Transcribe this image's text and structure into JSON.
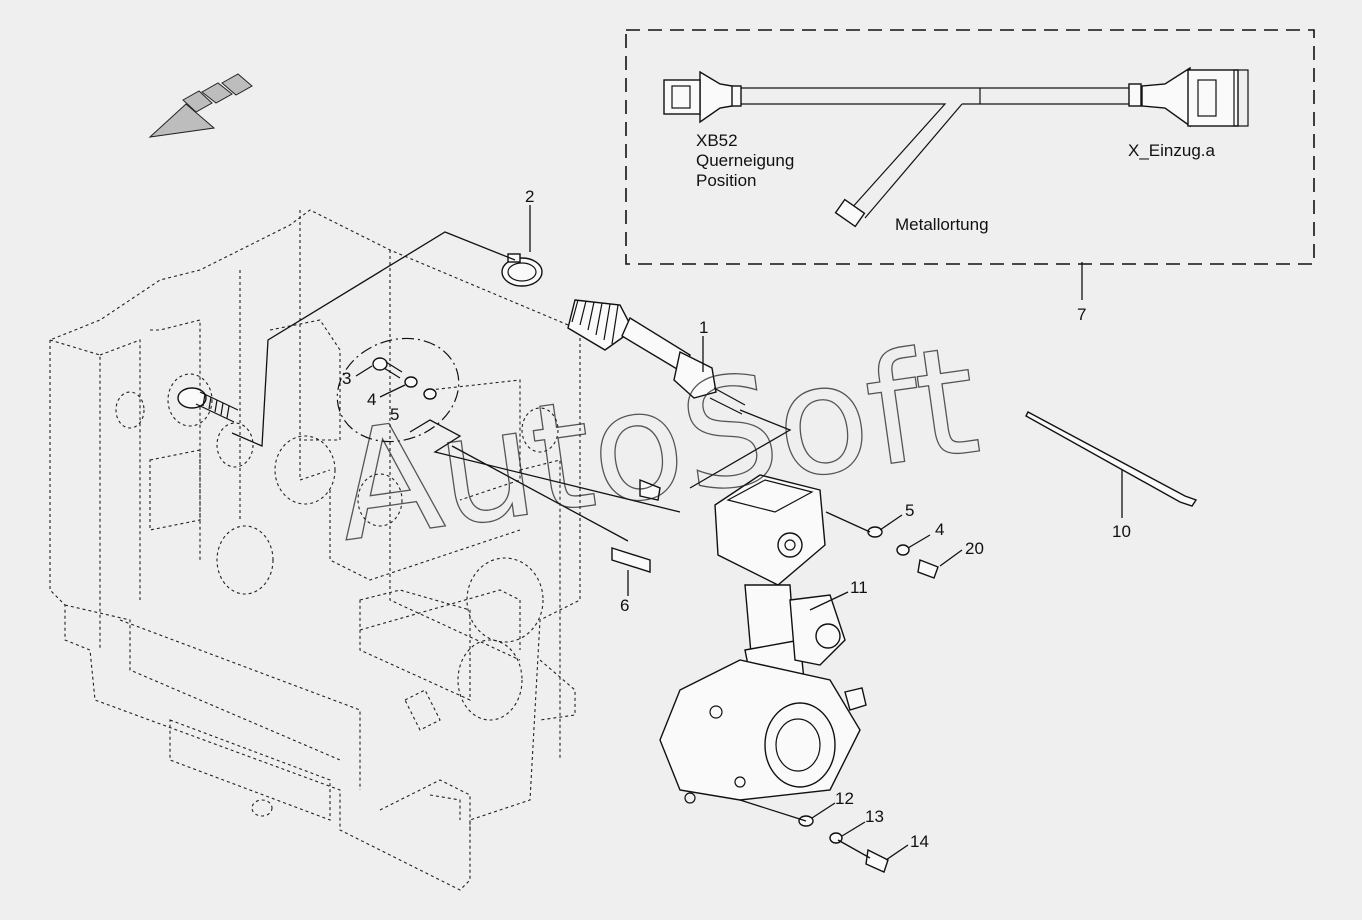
{
  "diagram": {
    "harness": {
      "connector_left_label_lines": [
        "XB52",
        "Querneigung",
        "Position"
      ],
      "connector_right_label": "X_Einzug.a",
      "branch_label": "Metallortung"
    },
    "callouts": [
      "1",
      "2",
      "3",
      "4",
      "5",
      "4",
      "5",
      "6",
      "7",
      "10",
      "11",
      "12",
      "13",
      "14",
      "20"
    ],
    "watermark": "AutoSoft"
  }
}
